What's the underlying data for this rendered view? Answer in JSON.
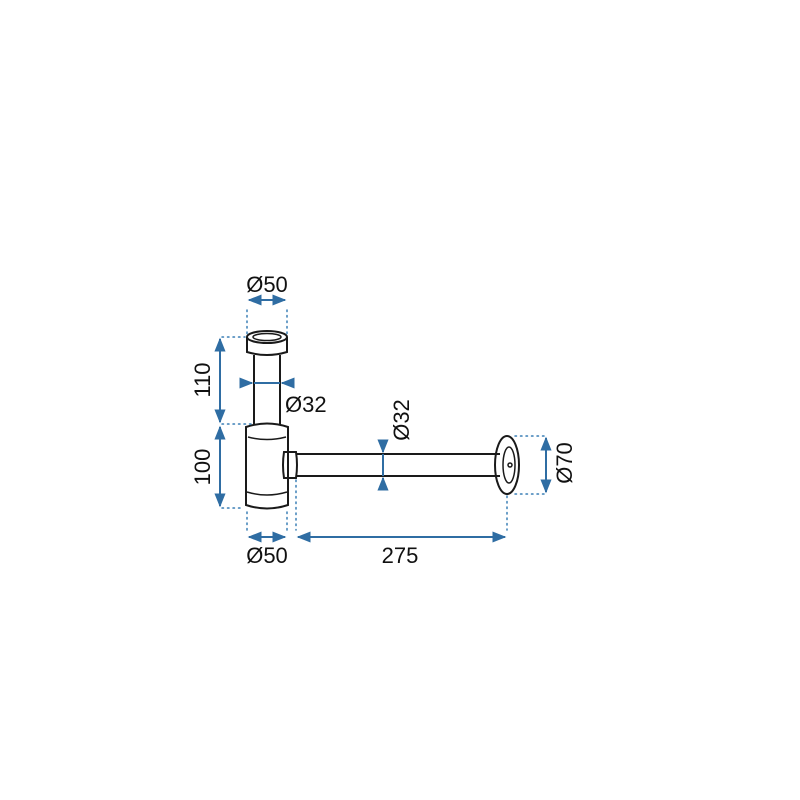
{
  "colors": {
    "dimension": "#2f6da3",
    "outline": "#1a1a1a",
    "background": "#ffffff"
  },
  "dimensions": {
    "top_diameter": "Ø50",
    "inner_pipe_diameter": "Ø32",
    "upper_height": "110",
    "lower_height": "100",
    "bottom_diameter": "Ø50",
    "horizontal_pipe_diameter": "Ø32",
    "wall_flange_diameter": "Ø70",
    "horizontal_length": "275"
  }
}
